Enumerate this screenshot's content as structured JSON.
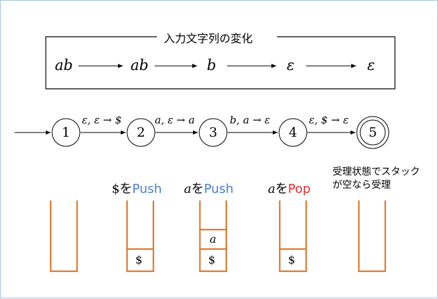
{
  "input_box": {
    "title": "入力文字列の変化",
    "strings": [
      "ab",
      "ab",
      "b",
      "ε",
      "ε"
    ]
  },
  "automaton": {
    "states": [
      "1",
      "2",
      "3",
      "4",
      "5"
    ],
    "accepting_state": "5",
    "transitions": [
      "ε, ε → $",
      "a, ε → a",
      "b, a → ε",
      "ε, $ → ε"
    ]
  },
  "operations": {
    "op2": {
      "symbol": "$",
      "suffix": "を",
      "action": "Push"
    },
    "op3": {
      "symbol": "a",
      "suffix": "を",
      "action": "Push"
    },
    "op4": {
      "symbol": "a",
      "suffix": "を",
      "action": "Pop"
    },
    "accept_line1": "受理状態でスタック",
    "accept_line2": "が空なら受理"
  },
  "stacks": {
    "s2": [
      "$"
    ],
    "s3": [
      "$",
      "a"
    ],
    "s4": [
      "$"
    ]
  },
  "colors": {
    "stack": "#e07b30",
    "push": "#4a7ec8",
    "pop": "#e03030",
    "frame": "#a9c4dc"
  }
}
